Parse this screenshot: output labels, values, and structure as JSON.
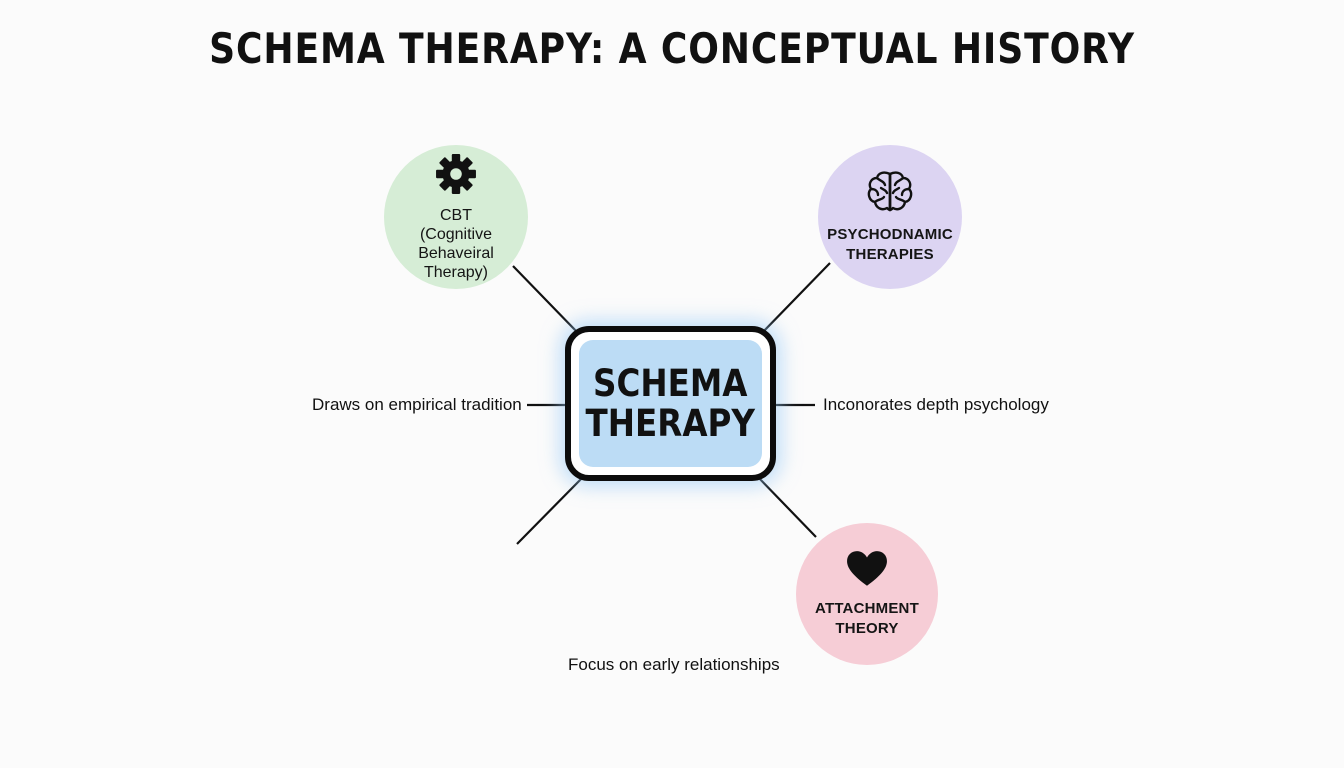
{
  "title": "SCHEMA THERAPY: A CONCEPTUAL HISTORY",
  "center": {
    "label": "SCHEMA\nTHERAPY"
  },
  "nodes": {
    "cbt": {
      "label": "CBT\n(Cognitive\nBehaveiral\nTherapy)",
      "icon": "gear-icon",
      "color": "#d6edd6"
    },
    "psychodynamic": {
      "label": "PSYCHODNAMIC\nTHERAPIES",
      "icon": "brain-icon",
      "color": "#dcd4f2"
    },
    "attachment": {
      "label": "ATTACHMENT\nTHEORY",
      "icon": "heart-icon",
      "color": "#f6cdd6"
    }
  },
  "annotations": {
    "left": "Draws on empirical tradition",
    "right": "Inconorates depth psychology",
    "bottom": "Focus on early relationships"
  },
  "colors": {
    "center_fill": "#bcdcf5",
    "center_glow": "#96c8f5",
    "connector": "#111111"
  }
}
